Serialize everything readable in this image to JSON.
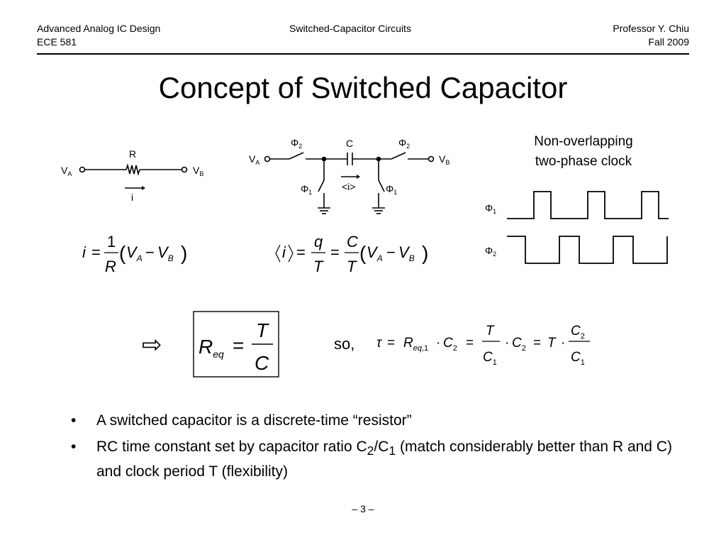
{
  "header": {
    "left_line1": "Advanced Analog IC Design",
    "left_line2": "ECE 581",
    "center": "Switched-Capacitor Circuits",
    "right_line1": "Professor Y. Chiu",
    "right_line2": "Fall 2009"
  },
  "title": "Concept of Switched Capacitor",
  "resistor_circuit": {
    "va": "V",
    "va_sub": "A",
    "vb": "V",
    "vb_sub": "B",
    "r": "R",
    "i": "i"
  },
  "sc_circuit": {
    "va": "V",
    "va_sub": "A",
    "vb": "V",
    "vb_sub": "B",
    "phi2_left": "Φ",
    "phi2_left_sub": "2",
    "phi2_right": "Φ",
    "phi2_right_sub": "2",
    "c": "C",
    "phi1_left": "Φ",
    "phi1_left_sub": "1",
    "phi1_right": "Φ",
    "phi1_right_sub": "1",
    "avg_i": "<i>"
  },
  "clock": {
    "title_line1": "Non-overlapping",
    "title_line2": "two-phase clock",
    "phi1": "Φ",
    "phi1_sub": "1",
    "phi2": "Φ",
    "phi2_sub": "2"
  },
  "equations": {
    "eq1": {
      "lhs": "i",
      "eq": "=",
      "num": "1",
      "den": "R",
      "va": "V",
      "va_sub": "A",
      "minus": "−",
      "vb": "V",
      "vb_sub": "B"
    },
    "eq2": {
      "lhs": "i",
      "eq1": "=",
      "q_num": "q",
      "q_den": "T",
      "eq2": "=",
      "c_num": "C",
      "c_den": "T",
      "va": "V",
      "va_sub": "A",
      "minus": "−",
      "vb": "V",
      "vb_sub": "B"
    },
    "arrow": "⇨",
    "req": {
      "r": "R",
      "r_sub": "eq",
      "eq": "=",
      "num": "T",
      "den": "C"
    },
    "so_label": "so,",
    "tau": {
      "tau": "τ",
      "eq1": "=",
      "r": "R",
      "r_sub": "eq",
      "r_sub2": ",1",
      "dot1": "·",
      "c2a": "C",
      "c2a_sub": "2",
      "eq2": "=",
      "f1_num": "T",
      "f1_den": "C",
      "f1_den_sub": "1",
      "dot2": "·",
      "c2b": "C",
      "c2b_sub": "2",
      "eq3": "=",
      "t": "T",
      "dot3": "·",
      "f2_num": "C",
      "f2_num_sub": "2",
      "f2_den": "C",
      "f2_den_sub": "1"
    }
  },
  "bullets": [
    {
      "text": "A switched capacitor is a discrete-time “resistor”"
    },
    {
      "text_a": "RC time constant set by capacitor ratio C",
      "sub_a": "2",
      "text_b": "/C",
      "sub_b": "1",
      "text_c": " (match considerably better than R and C) and clock period T (flexibility)"
    }
  ],
  "bullet_char": "•",
  "footer": "– 3 –"
}
